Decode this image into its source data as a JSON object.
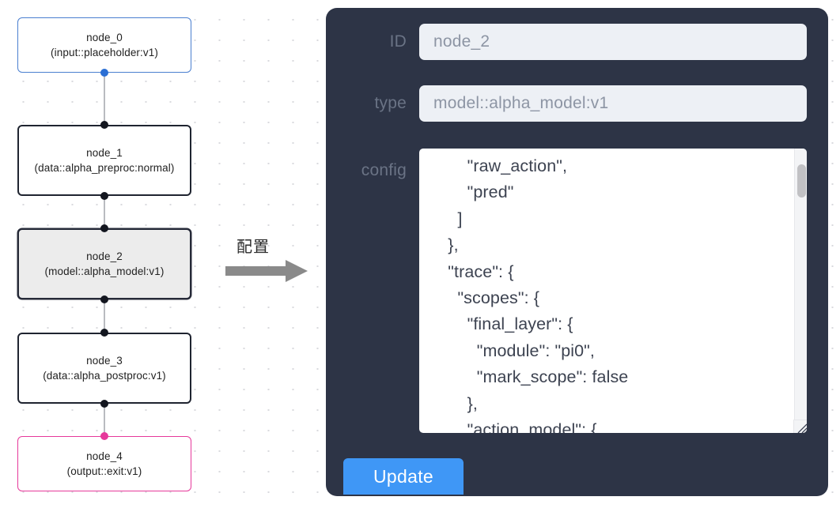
{
  "canvas": {
    "grid": "dot-grid",
    "background": "#ffffff",
    "dot_color": "#d9dade"
  },
  "graph": {
    "nodes": [
      {
        "id": "node_0",
        "label": "node_0\n(input::placeholder:v1)",
        "kind": "input",
        "border_color": "#4a7fd0",
        "fill": "#ffffff",
        "selected": false
      },
      {
        "id": "node_1",
        "label": "node_1\n(data::alpha_preproc:normal)",
        "kind": "data",
        "border_color": "#1f2430",
        "fill": "#ffffff",
        "selected": false
      },
      {
        "id": "node_2",
        "label": "node_2\n(model::alpha_model:v1)",
        "kind": "model",
        "border_color": "#262a38",
        "fill": "#ececec",
        "selected": true
      },
      {
        "id": "node_3",
        "label": "node_3\n(data::alpha_postproc:v1)",
        "kind": "data",
        "border_color": "#1f2430",
        "fill": "#ffffff",
        "selected": false
      },
      {
        "id": "node_4",
        "label": "node_4\n(output::exit:v1)",
        "kind": "output",
        "border_color": "#e6399b",
        "fill": "#ffffff",
        "selected": false
      }
    ],
    "edges": [
      {
        "from": "node_0",
        "to": "node_1"
      },
      {
        "from": "node_1",
        "to": "node_2"
      },
      {
        "from": "node_2",
        "to": "node_3"
      },
      {
        "from": "node_3",
        "to": "node_4"
      }
    ],
    "edge_color": "#b9bbc0",
    "port_color": "#13161f",
    "port_color_input": "#2b6fd4",
    "port_color_output": "#e6399b"
  },
  "arrow": {
    "caption": "配置",
    "icon": "arrow-right-icon",
    "color": "#808080"
  },
  "panel": {
    "background": "#2d3446",
    "fields": [
      {
        "name": "id",
        "label": "ID",
        "value": "node_2",
        "placeholder": "node_2"
      },
      {
        "name": "type",
        "label": "type",
        "value": "model::alpha_model:v1",
        "placeholder": "model::alpha_model:v1"
      }
    ],
    "config": {
      "label": "config",
      "value": "        \"raw_action\",\n        \"pred\"\n      ]\n    },\n    \"trace\": {\n      \"scopes\": {\n        \"final_layer\": {\n          \"module\": \"pi0\",\n          \"mark_scope\": false\n        },\n        \"action_model\": {",
      "scrollbar": {
        "present": true,
        "thumb_position": "near-top"
      },
      "resize_handle": true
    },
    "update_button": {
      "label": "Update",
      "color": "#3f97f6",
      "text_color": "#ffffff"
    },
    "label_color": "#6a7385",
    "input_background": "#edf0f5",
    "input_text_color": "#8d95a4"
  }
}
